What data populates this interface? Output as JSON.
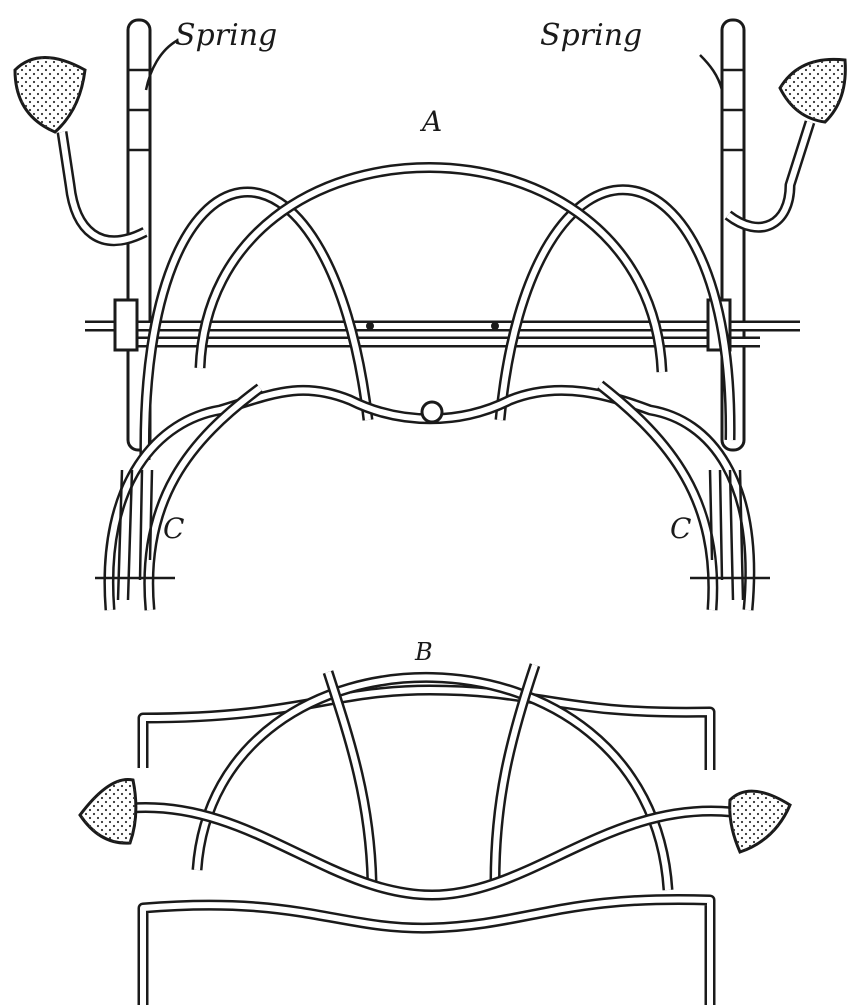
{
  "figure_a": {
    "label": "A",
    "spring_left": "Spring",
    "spring_right": "Spring",
    "part_c_left": "C",
    "part_c_right": "C"
  },
  "figure_b": {
    "label": "B"
  },
  "ink_color": "#1a1a1a"
}
